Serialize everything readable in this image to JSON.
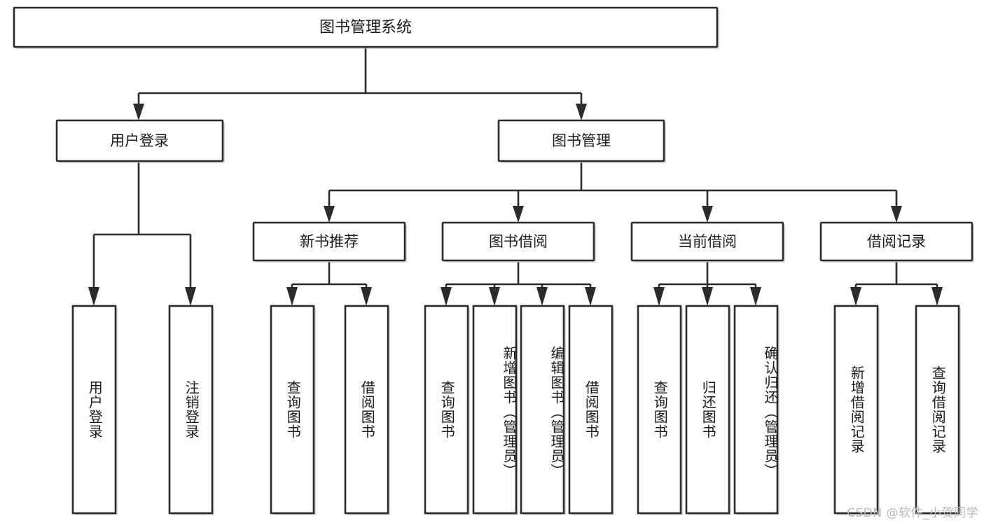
{
  "diagram": {
    "type": "hierarchy-tree",
    "title": "图书管理系统",
    "watermark": "CSDN @软件_小贺同学",
    "colors": {
      "box_stroke": "#2b2b2b",
      "box_fill": "#ffffff",
      "connector": "#2b2b2b",
      "text": "#1a1a1a",
      "watermark": "#b9b9b9",
      "background": "#ffffff"
    },
    "levels": {
      "level1": [
        {
          "id": "root",
          "label": "图书管理系统"
        }
      ],
      "level2": [
        {
          "id": "user-login",
          "label": "用户登录",
          "parent": "root"
        },
        {
          "id": "book-management",
          "label": "图书管理",
          "parent": "root"
        }
      ],
      "level3": [
        {
          "id": "new-book-recommend",
          "label": "新书推荐",
          "parent": "book-management"
        },
        {
          "id": "book-borrow",
          "label": "图书借阅",
          "parent": "book-management"
        },
        {
          "id": "current-borrow",
          "label": "当前借阅",
          "parent": "book-management"
        },
        {
          "id": "borrow-record",
          "label": "借阅记录",
          "parent": "book-management"
        }
      ],
      "level4": [
        {
          "id": "leaf-user-login",
          "label": "用户登录",
          "parent": "user-login"
        },
        {
          "id": "leaf-logout-login",
          "label": "注销登录",
          "parent": "user-login"
        },
        {
          "id": "leaf-query-book-1",
          "label": "查询图书",
          "parent": "new-book-recommend"
        },
        {
          "id": "leaf-borrow-book-1",
          "label": "借阅图书",
          "parent": "new-book-recommend"
        },
        {
          "id": "leaf-query-book-2",
          "label": "查询图书",
          "parent": "book-borrow"
        },
        {
          "id": "leaf-add-book",
          "label": "新增图书（管理员）",
          "parent": "book-borrow"
        },
        {
          "id": "leaf-edit-book",
          "label": "编辑图书（管理员）",
          "parent": "book-borrow"
        },
        {
          "id": "leaf-borrow-book-2",
          "label": "借阅图书",
          "parent": "book-borrow"
        },
        {
          "id": "leaf-query-book-3",
          "label": "查询图书",
          "parent": "current-borrow"
        },
        {
          "id": "leaf-return-book",
          "label": "归还图书",
          "parent": "current-borrow"
        },
        {
          "id": "leaf-confirm-return",
          "label": "确认归还（管理员）",
          "parent": "current-borrow"
        },
        {
          "id": "leaf-add-record",
          "label": "新增借阅记录",
          "parent": "borrow-record"
        },
        {
          "id": "leaf-query-record",
          "label": "查询借阅记录",
          "parent": "borrow-record"
        }
      ]
    }
  }
}
